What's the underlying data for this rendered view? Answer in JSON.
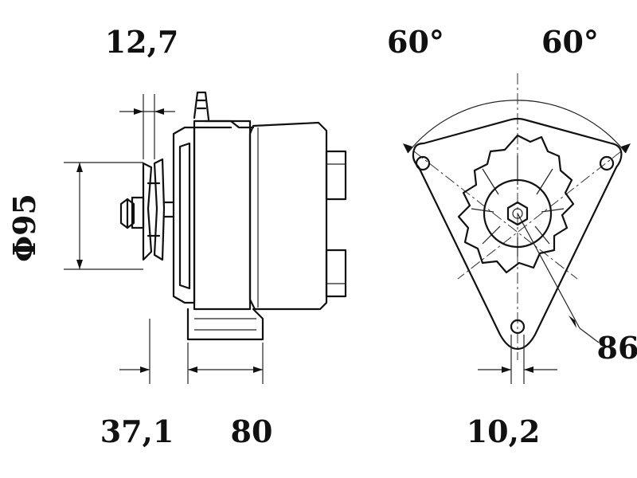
{
  "dimensions": {
    "pulley_width": "12,7",
    "pulley_diameter": "Φ95",
    "pulley_offset": "37,1",
    "body_length": "80",
    "angle_left": "60°",
    "angle_right": "60°",
    "hole_spacing": "10,2",
    "radius": "86"
  },
  "colors": {
    "ink": "#111111",
    "background": "#ffffff"
  }
}
